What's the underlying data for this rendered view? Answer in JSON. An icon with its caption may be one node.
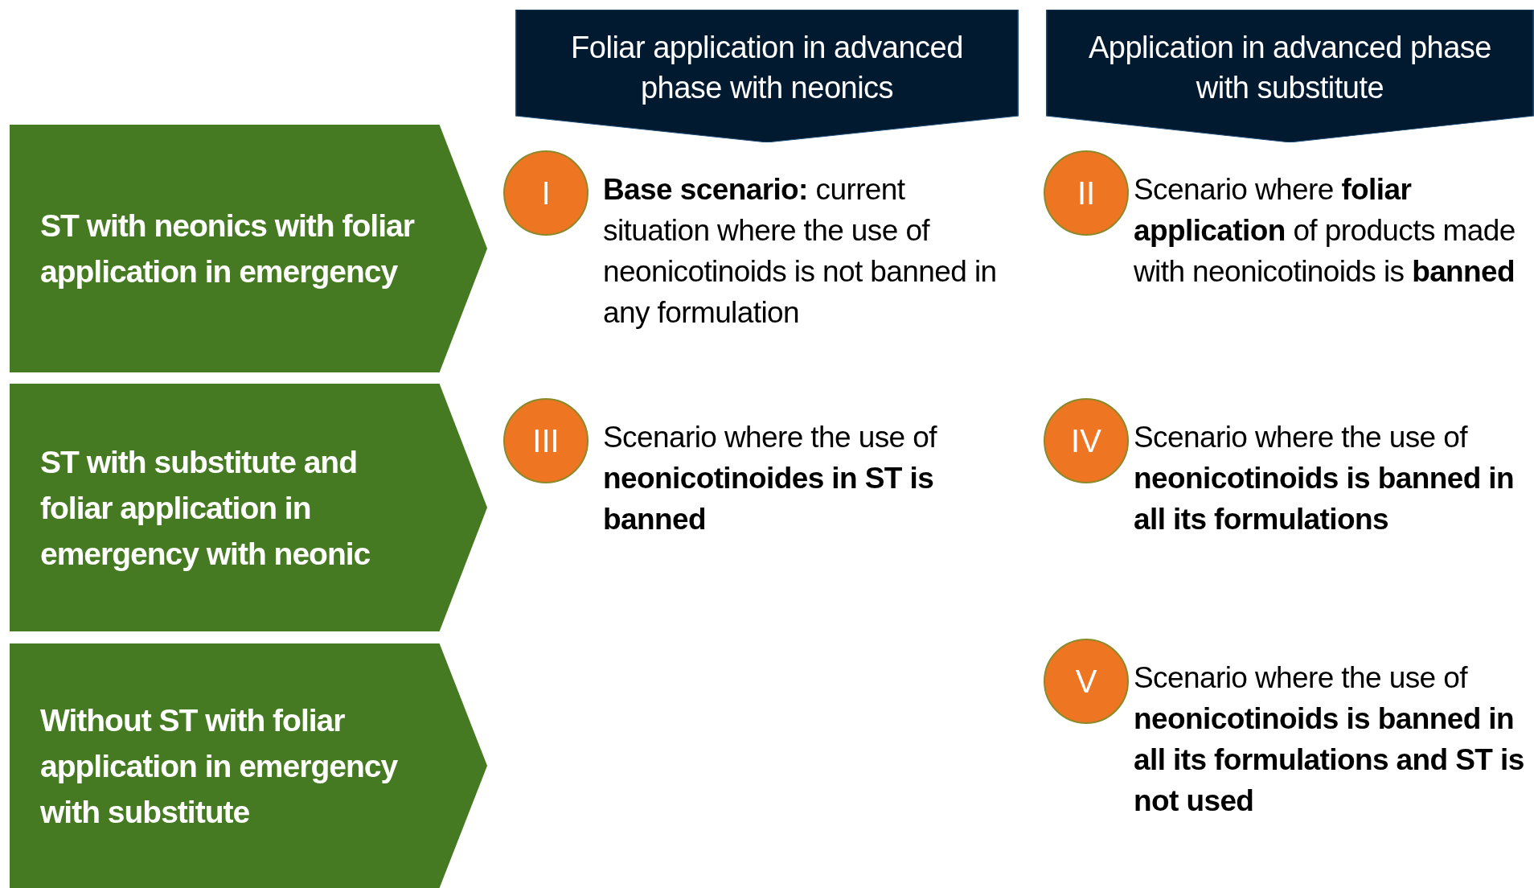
{
  "diagram": {
    "nodes": [
      {
        "text": [
          "Foliar application in advanced phase with neonics"
        ]
      },
      {
        "text": [
          "Application in advanced phase with substitute"
        ]
      },
      {
        "text": [
          "ST with neonics with foliar application in emergency"
        ]
      },
      {
        "text": [
          "ST with substitute and foliar application in emergency with neonic"
        ]
      },
      {
        "text": [
          "Without ST with foliar application in emergency with substitute"
        ]
      },
      {
        "text": [
          "I"
        ],
        "beside": [
          "**Base scenario:** current situation where the use of neonicotinoids is not banned in any formulation"
        ]
      },
      {
        "text": [
          "II"
        ],
        "beside": [
          "Scenario where **foliar application** of products made with neonicotinoids is **banned**"
        ]
      },
      {
        "text": [
          "III"
        ],
        "beside": [
          "Scenario where the use of **neonicotinoides in ST is banned**"
        ]
      },
      {
        "text": [
          "IV"
        ],
        "beside": [
          "Scenario where the use of **neonicotinoids is banned in all its formulations**"
        ]
      },
      {
        "text": [
          "V"
        ],
        "beside": [
          "Scenario where the use of **neonicotinoids is banned in all its formulations and ST is not used**"
        ]
      }
    ],
    "edges": []
  }
}
